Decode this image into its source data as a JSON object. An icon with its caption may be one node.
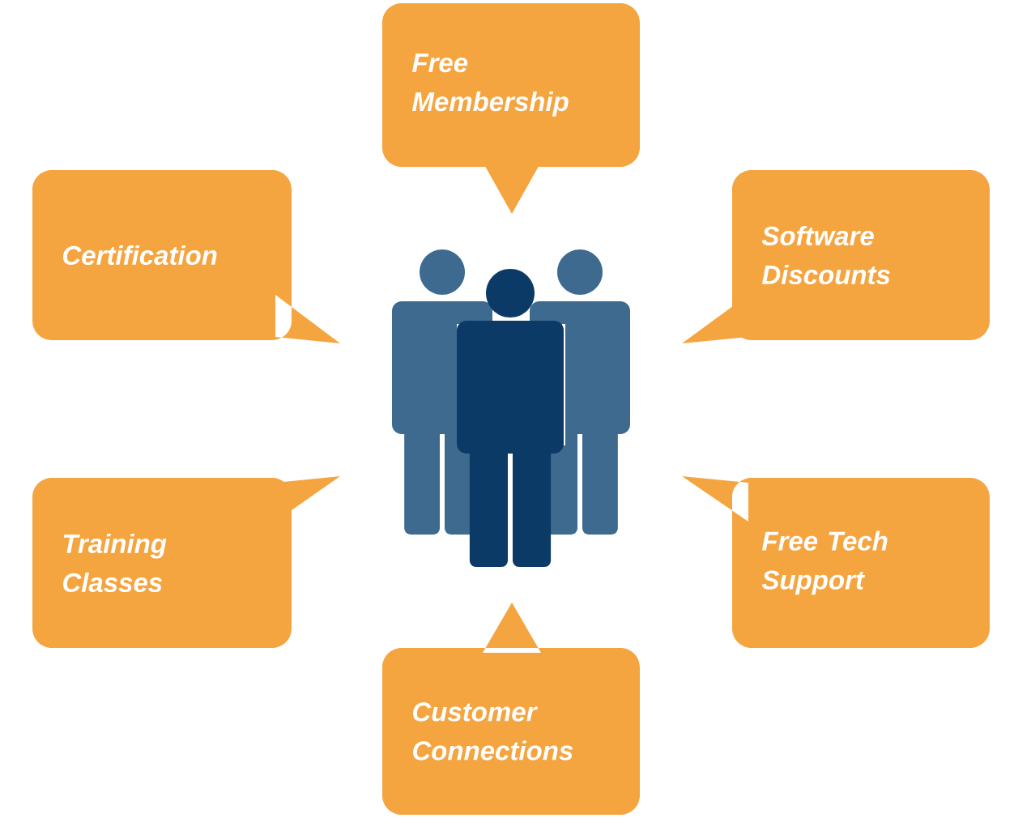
{
  "diagram": {
    "nodes": [
      {
        "text": [
          "Free Membership"
        ]
      },
      {
        "text": [
          "Certification"
        ]
      },
      {
        "text": [
          "Software Discounts"
        ]
      },
      {
        "text": [
          "Training Classes"
        ]
      },
      {
        "text": [
          "Free Tech Support"
        ]
      },
      {
        "text": [
          "Customer Connections"
        ]
      }
    ]
  }
}
